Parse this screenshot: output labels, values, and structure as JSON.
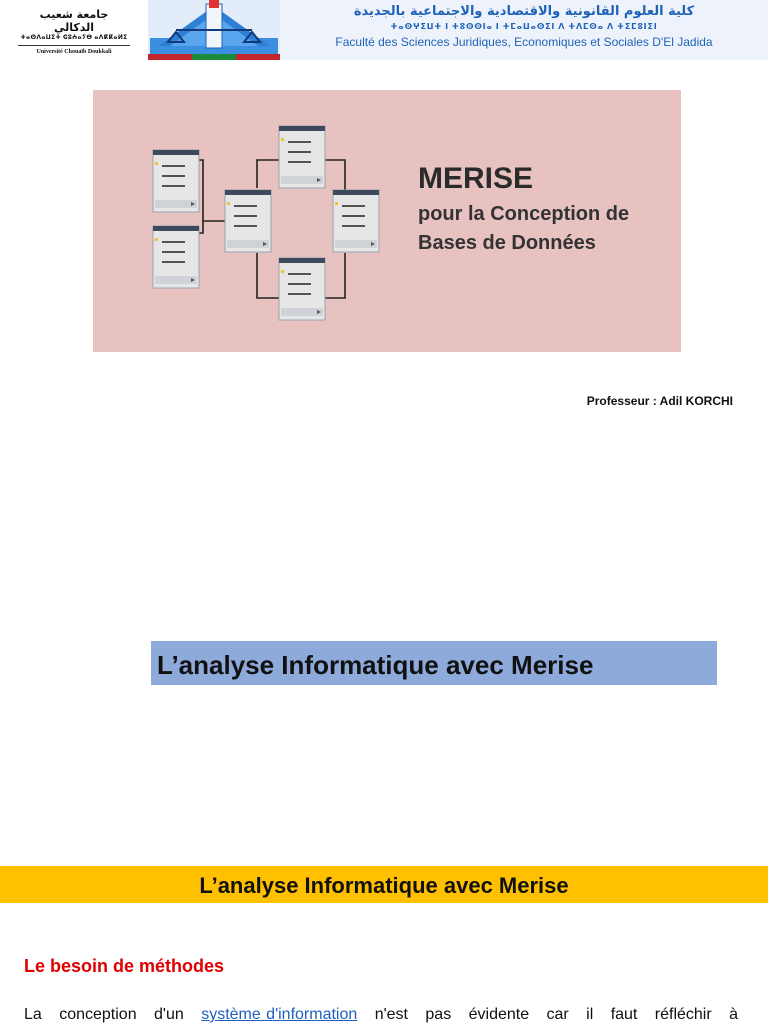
{
  "header": {
    "university_ar": "جامعة شعيب الدكالي",
    "university_tf": "ⵜⴰⵙⴷⴰⵡⵉⵜ ⵛⵓⵄⴰⵢⴱ ⴰⴷⴽⴽⴰⵍⵉ",
    "university_fr": "Université Chouaïb Doukkali",
    "faculty_ar": "كلية العلوم القانونية والاقتصادية والاجتماعية بالجديدة",
    "faculty_tf": "ⵜⴰⵙⵖⵉⵡⵜ ⵏ ⵜⵓⵙⵙⵏⴰ ⵏ ⵜⵎⴰⵡⴰⵙⵉⵏ ⴷ ⵜⴷⵎⵙⴰ ⴷ ⵜⵉⵎⵓⵏⵉⵏ",
    "faculty_fr": "Faculté des Sciences Juridiques, Economiques et Sociales D'El Jadida"
  },
  "cover": {
    "title": "MERISE",
    "subtitle": "pour la Conception de Bases de Données"
  },
  "professor": "Professeur : Adil KORCHI",
  "main_title": "L’analyse Informatique avec Merise",
  "section_title": "L’analyse Informatique avec Merise",
  "section_heading": "Le besoin de méthodes",
  "paragraph": {
    "before": "La conception d'un",
    "link": "système d'information",
    "after": "n'est pas évidente car il faut réfléchir à"
  },
  "colors": {
    "cover_bg": "#e8c1c1",
    "title_bar": "#8eaadb",
    "section_bar": "#ffc000",
    "heading_red": "#e00000",
    "link_blue": "#1f5fbf"
  }
}
